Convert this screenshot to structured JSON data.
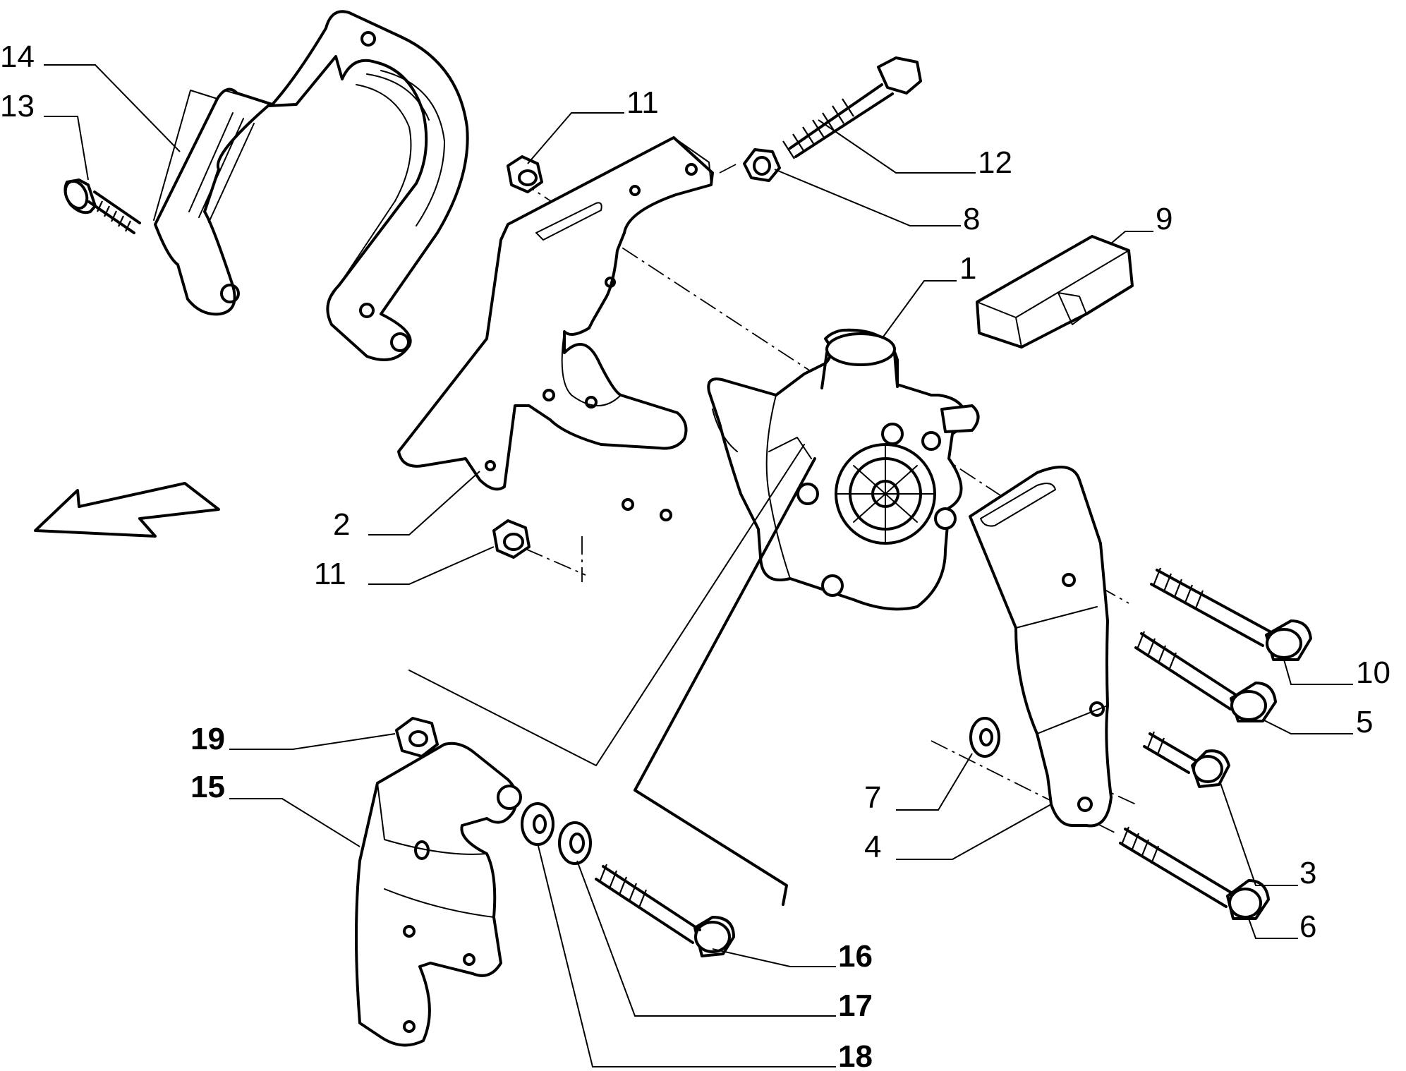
{
  "callouts": {
    "c1": "1",
    "c2": "2",
    "c3": "3",
    "c4": "4",
    "c5": "5",
    "c6": "6",
    "c7": "7",
    "c8": "8",
    "c9": "9",
    "c10": "10",
    "c11a": "11",
    "c11b": "11",
    "c12": "12",
    "c13": "13",
    "c14": "14",
    "c15": "15",
    "c16": "16",
    "c17": "17",
    "c18": "18",
    "c19": "19"
  }
}
